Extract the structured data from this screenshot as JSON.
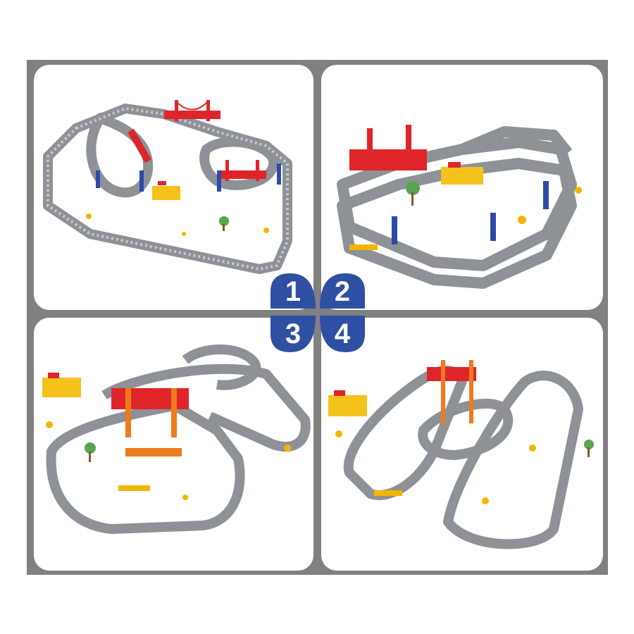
{
  "image": {
    "subject": "Toy electric train track set shown in four layout configurations",
    "background_color": "#ffffff",
    "frame_color": "#808080",
    "panel_color": "#ffffff"
  },
  "badge": {
    "color": "#2f4fa3",
    "text_color": "#ffffff",
    "numbers": [
      "1",
      "2",
      "3",
      "4"
    ]
  },
  "panels": [
    {
      "number": "1",
      "description": "Flat loop layout with a figure-eight section, two red suspension bridges, yellow station, tree and road signs"
    },
    {
      "number": "2",
      "description": "Stacked two-level layout with a red suspension bridge, blue pillars, yellow station, palm tree and road signs"
    },
    {
      "number": "3",
      "description": "Multi-level layout with red/orange bridge, spiraling gray tracks, yellow station, tree and signs"
    },
    {
      "number": "4",
      "description": "Serpentine multi-level layout with red/orange bridge, yellow station, plant and signs"
    }
  ],
  "colors": {
    "track": "#8e9196",
    "track_dark": "#6b6e73",
    "bridge_red": "#e0252a",
    "bridge_orange": "#f07a1e",
    "pillar_blue": "#2c4aa8",
    "station_yellow": "#f5c21b",
    "sign_yellow": "#f2b600",
    "plant_green": "#5aa552"
  }
}
